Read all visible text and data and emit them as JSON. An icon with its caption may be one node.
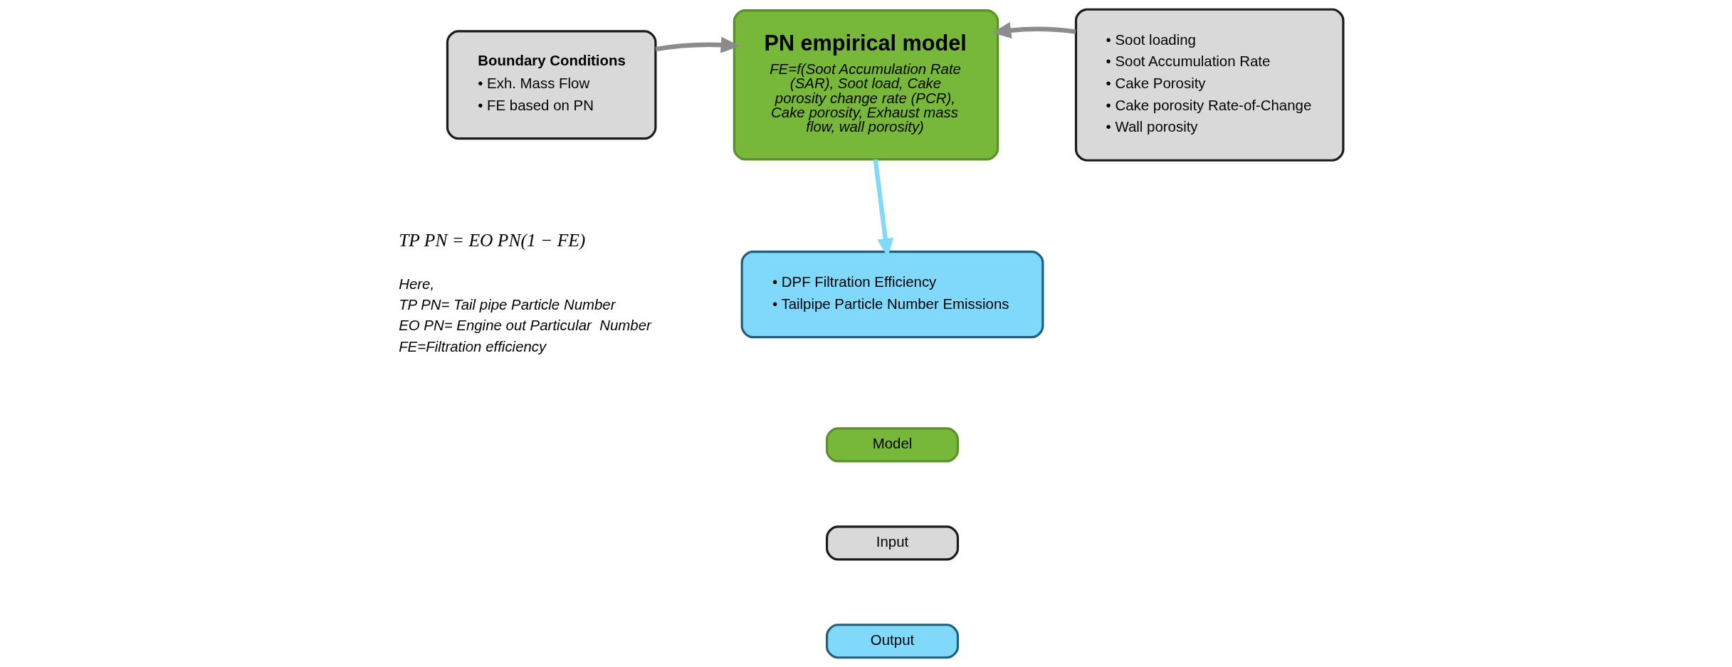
{
  "diagram": {
    "nodes": [
      {
        "text": [
          "Boundary Conditions",
          "• Exh. Mass Flow",
          "• FE based on PN"
        ]
      },
      {
        "text": [
          "PN empirical model",
          "FE=f(Soot Accumulation Rate (SAR), Soot load, Cake porosity change rate (PCR), Cake porosity, Exhaust mass flow, wall porosity)"
        ]
      },
      {
        "text": [
          "• Soot loading",
          "• Soot Accumulation Rate",
          "• Cake Porosity",
          "• Cake porosity Rate-of-Change",
          "• Wall porosity"
        ]
      },
      {
        "text": [
          "• DPF Filtration Efficiency",
          "• Tailpipe Particle Number Emissions"
        ]
      }
    ],
    "edges": [
      {
        "from": 0,
        "to": 1,
        "arrow": "to"
      },
      {
        "from": 2,
        "to": 1,
        "arrow": "to"
      },
      {
        "from": 1,
        "to": 3,
        "arrow": "to",
        "color": "#80d8fa"
      }
    ],
    "labels": [
      "TP PN = EO PN(1 − FE)",
      "Here,",
      "TP PN= Tail pipe Particle Number",
      "EO PN= Engine out Particular  Number",
      "FE=Filtration efficiency"
    ],
    "legend": [
      {
        "text": "Model",
        "color": "#77b83a"
      },
      {
        "text": "Input",
        "color": "#d9d9d9"
      },
      {
        "text": "Output",
        "color": "#80d8fa"
      }
    ]
  }
}
